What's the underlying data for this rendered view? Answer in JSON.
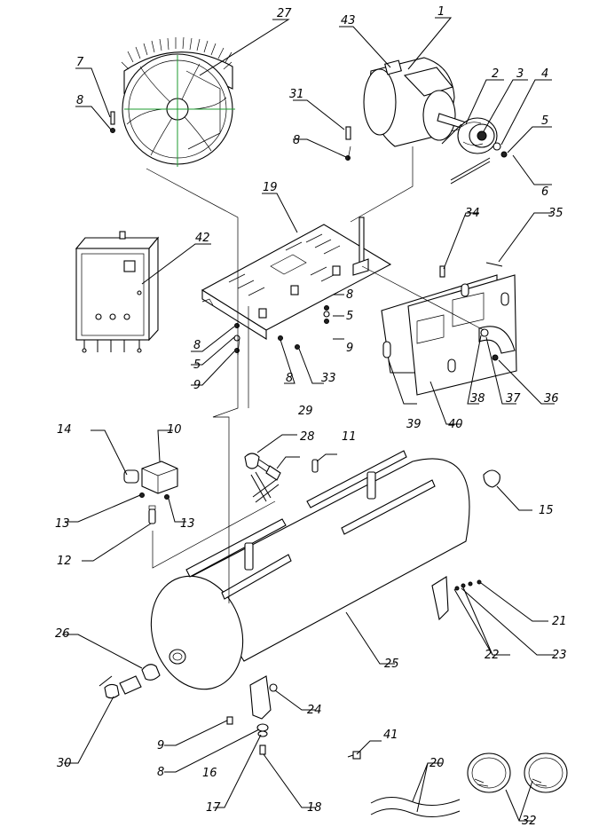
{
  "callouts": [
    {
      "id": "c1",
      "text": "1"
    },
    {
      "id": "c2",
      "text": "2"
    },
    {
      "id": "c3",
      "text": "3"
    },
    {
      "id": "c4",
      "text": "4"
    },
    {
      "id": "c5a",
      "text": "5"
    },
    {
      "id": "c6",
      "text": "6"
    },
    {
      "id": "c7",
      "text": "7"
    },
    {
      "id": "c8a",
      "text": "8"
    },
    {
      "id": "c8b",
      "text": "8"
    },
    {
      "id": "c8c",
      "text": "8"
    },
    {
      "id": "c5b",
      "text": "5"
    },
    {
      "id": "c9a",
      "text": "9"
    },
    {
      "id": "c8d",
      "text": "8"
    },
    {
      "id": "c5c",
      "text": "5"
    },
    {
      "id": "c9b",
      "text": "9"
    },
    {
      "id": "c8e",
      "text": "8"
    },
    {
      "id": "c33",
      "text": "33"
    },
    {
      "id": "c10",
      "text": "10"
    },
    {
      "id": "c11",
      "text": "11"
    },
    {
      "id": "c12",
      "text": "12"
    },
    {
      "id": "c13a",
      "text": "13"
    },
    {
      "id": "c13b",
      "text": "13"
    },
    {
      "id": "c14",
      "text": "14"
    },
    {
      "id": "c15",
      "text": "15"
    },
    {
      "id": "c16",
      "text": "16"
    },
    {
      "id": "c17",
      "text": "17"
    },
    {
      "id": "c18",
      "text": "18"
    },
    {
      "id": "c19",
      "text": "19"
    },
    {
      "id": "c20",
      "text": "20"
    },
    {
      "id": "c21",
      "text": "21"
    },
    {
      "id": "c22",
      "text": "22"
    },
    {
      "id": "c23",
      "text": "23"
    },
    {
      "id": "c24",
      "text": "24"
    },
    {
      "id": "c25",
      "text": "25"
    },
    {
      "id": "c26",
      "text": "26"
    },
    {
      "id": "c27",
      "text": "27"
    },
    {
      "id": "c28",
      "text": "28"
    },
    {
      "id": "c29",
      "text": "29"
    },
    {
      "id": "c30",
      "text": "30"
    },
    {
      "id": "c31",
      "text": "31"
    },
    {
      "id": "c32",
      "text": "32"
    },
    {
      "id": "c34",
      "text": "34"
    },
    {
      "id": "c35",
      "text": "35"
    },
    {
      "id": "c36",
      "text": "36"
    },
    {
      "id": "c37",
      "text": "37"
    },
    {
      "id": "c38",
      "text": "38"
    },
    {
      "id": "c39",
      "text": "39"
    },
    {
      "id": "c40",
      "text": "40"
    },
    {
      "id": "c41",
      "text": "41"
    },
    {
      "id": "c42",
      "text": "42"
    },
    {
      "id": "c43",
      "text": "43"
    },
    {
      "id": "c8f",
      "text": "8"
    },
    {
      "id": "c9c",
      "text": "9"
    }
  ],
  "colors": {
    "line": "#000000",
    "fan_axis": "#1c9b2f"
  }
}
